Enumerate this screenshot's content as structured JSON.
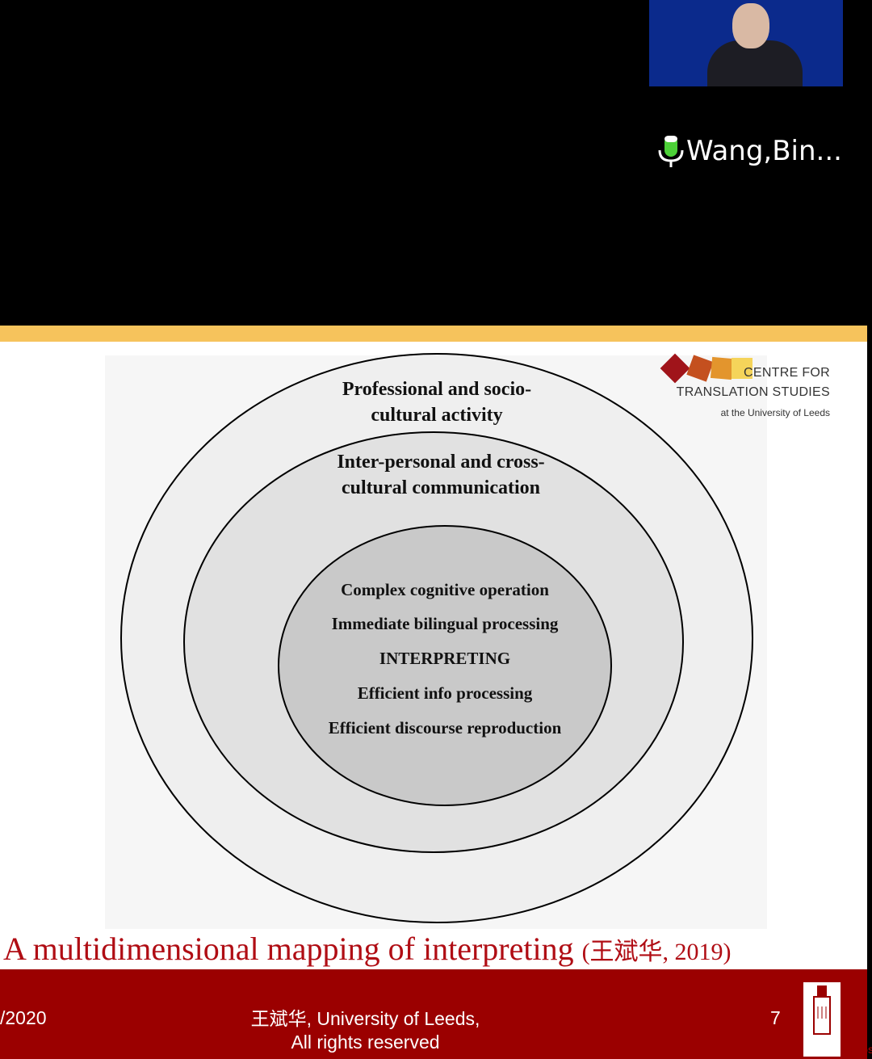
{
  "video": {
    "participant_name": "Wang,Bin..."
  },
  "slide": {
    "logo": {
      "line1": "CENTRE FOR",
      "line2": "TRANSLATION STUDIES",
      "line3": "at the University of Leeds"
    },
    "diagram": {
      "outer": [
        "Professional and socio-",
        "cultural activity"
      ],
      "middle": [
        "Inter-personal and cross-",
        "cultural communication"
      ],
      "inner": [
        "Complex cognitive operation",
        "Immediate bilingual processing",
        "INTERPRETING",
        "Efficient info processing",
        "Efficient discourse reproduction"
      ]
    },
    "title": "A multidimensional mapping of interpreting",
    "citation": "(王斌华, 2019)",
    "footer": {
      "date": "/2020",
      "copyright_line1": "王斌华, University of Leeds,",
      "copyright_line2": "All rights reserved",
      "page_number": "7",
      "university_logo": "UNIVERSITY OF LEEDS"
    }
  },
  "colors": {
    "accent_yellow": "#f6c35c",
    "footer_red": "#9b0000",
    "title_red": "#b00d14",
    "mic_green": "#4cd137"
  }
}
